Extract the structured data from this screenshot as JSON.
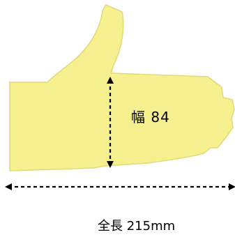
{
  "colors": {
    "hand_fill": "#f6f08e",
    "hand_stroke": "#e2d979",
    "arrow": "#000000",
    "background": "#ffffff"
  },
  "measurements": {
    "width_label": "幅 84",
    "length_label": "全長  215mm"
  },
  "icons": {
    "hand": "thumbs-up-hand"
  }
}
